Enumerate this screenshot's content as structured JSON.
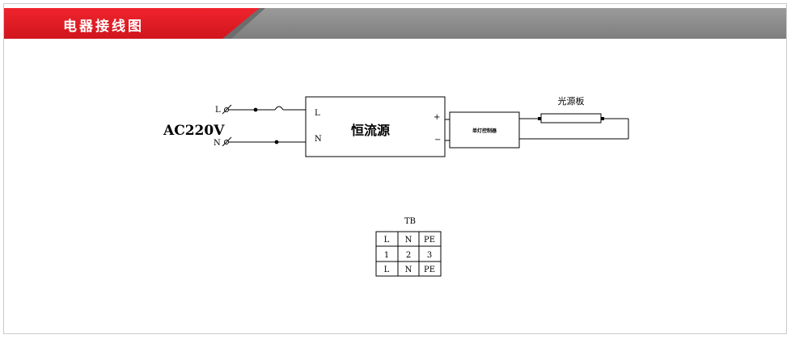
{
  "header": {
    "title": "电器接线图"
  },
  "diagram": {
    "supply_label": "AC220V",
    "line_L": "L",
    "line_N": "N",
    "driver": {
      "title": "恒流源",
      "in_L": "L",
      "in_N": "N",
      "out_pos": "+",
      "out_neg": "−"
    },
    "controller": {
      "label": "单灯控制器"
    },
    "light_board": {
      "label": "光源板"
    }
  },
  "terminal_block": {
    "title": "TB",
    "rows": [
      [
        "L",
        "N",
        "PE"
      ],
      [
        "1",
        "2",
        "3"
      ],
      [
        "L",
        "N",
        "PE"
      ]
    ]
  }
}
